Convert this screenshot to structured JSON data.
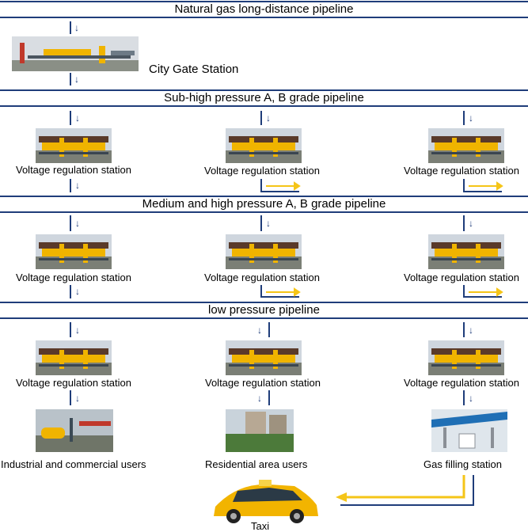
{
  "bands": {
    "long_distance": "Natural gas long-distance pipeline",
    "sub_high": "Sub-high pressure A, B grade pipeline",
    "medium_high": "Medium and high pressure A, B grade pipeline",
    "low": "low pressure pipeline"
  },
  "city_gate": "City Gate Station",
  "station": "Voltage regulation station",
  "users": {
    "industrial": "Industrial and commercial users",
    "residential": "Residential area users",
    "gas_filling": "Gas filling station"
  },
  "taxi": "Taxi",
  "colors": {
    "pipe": "#1f3d7a",
    "flow": "#f5c518"
  }
}
